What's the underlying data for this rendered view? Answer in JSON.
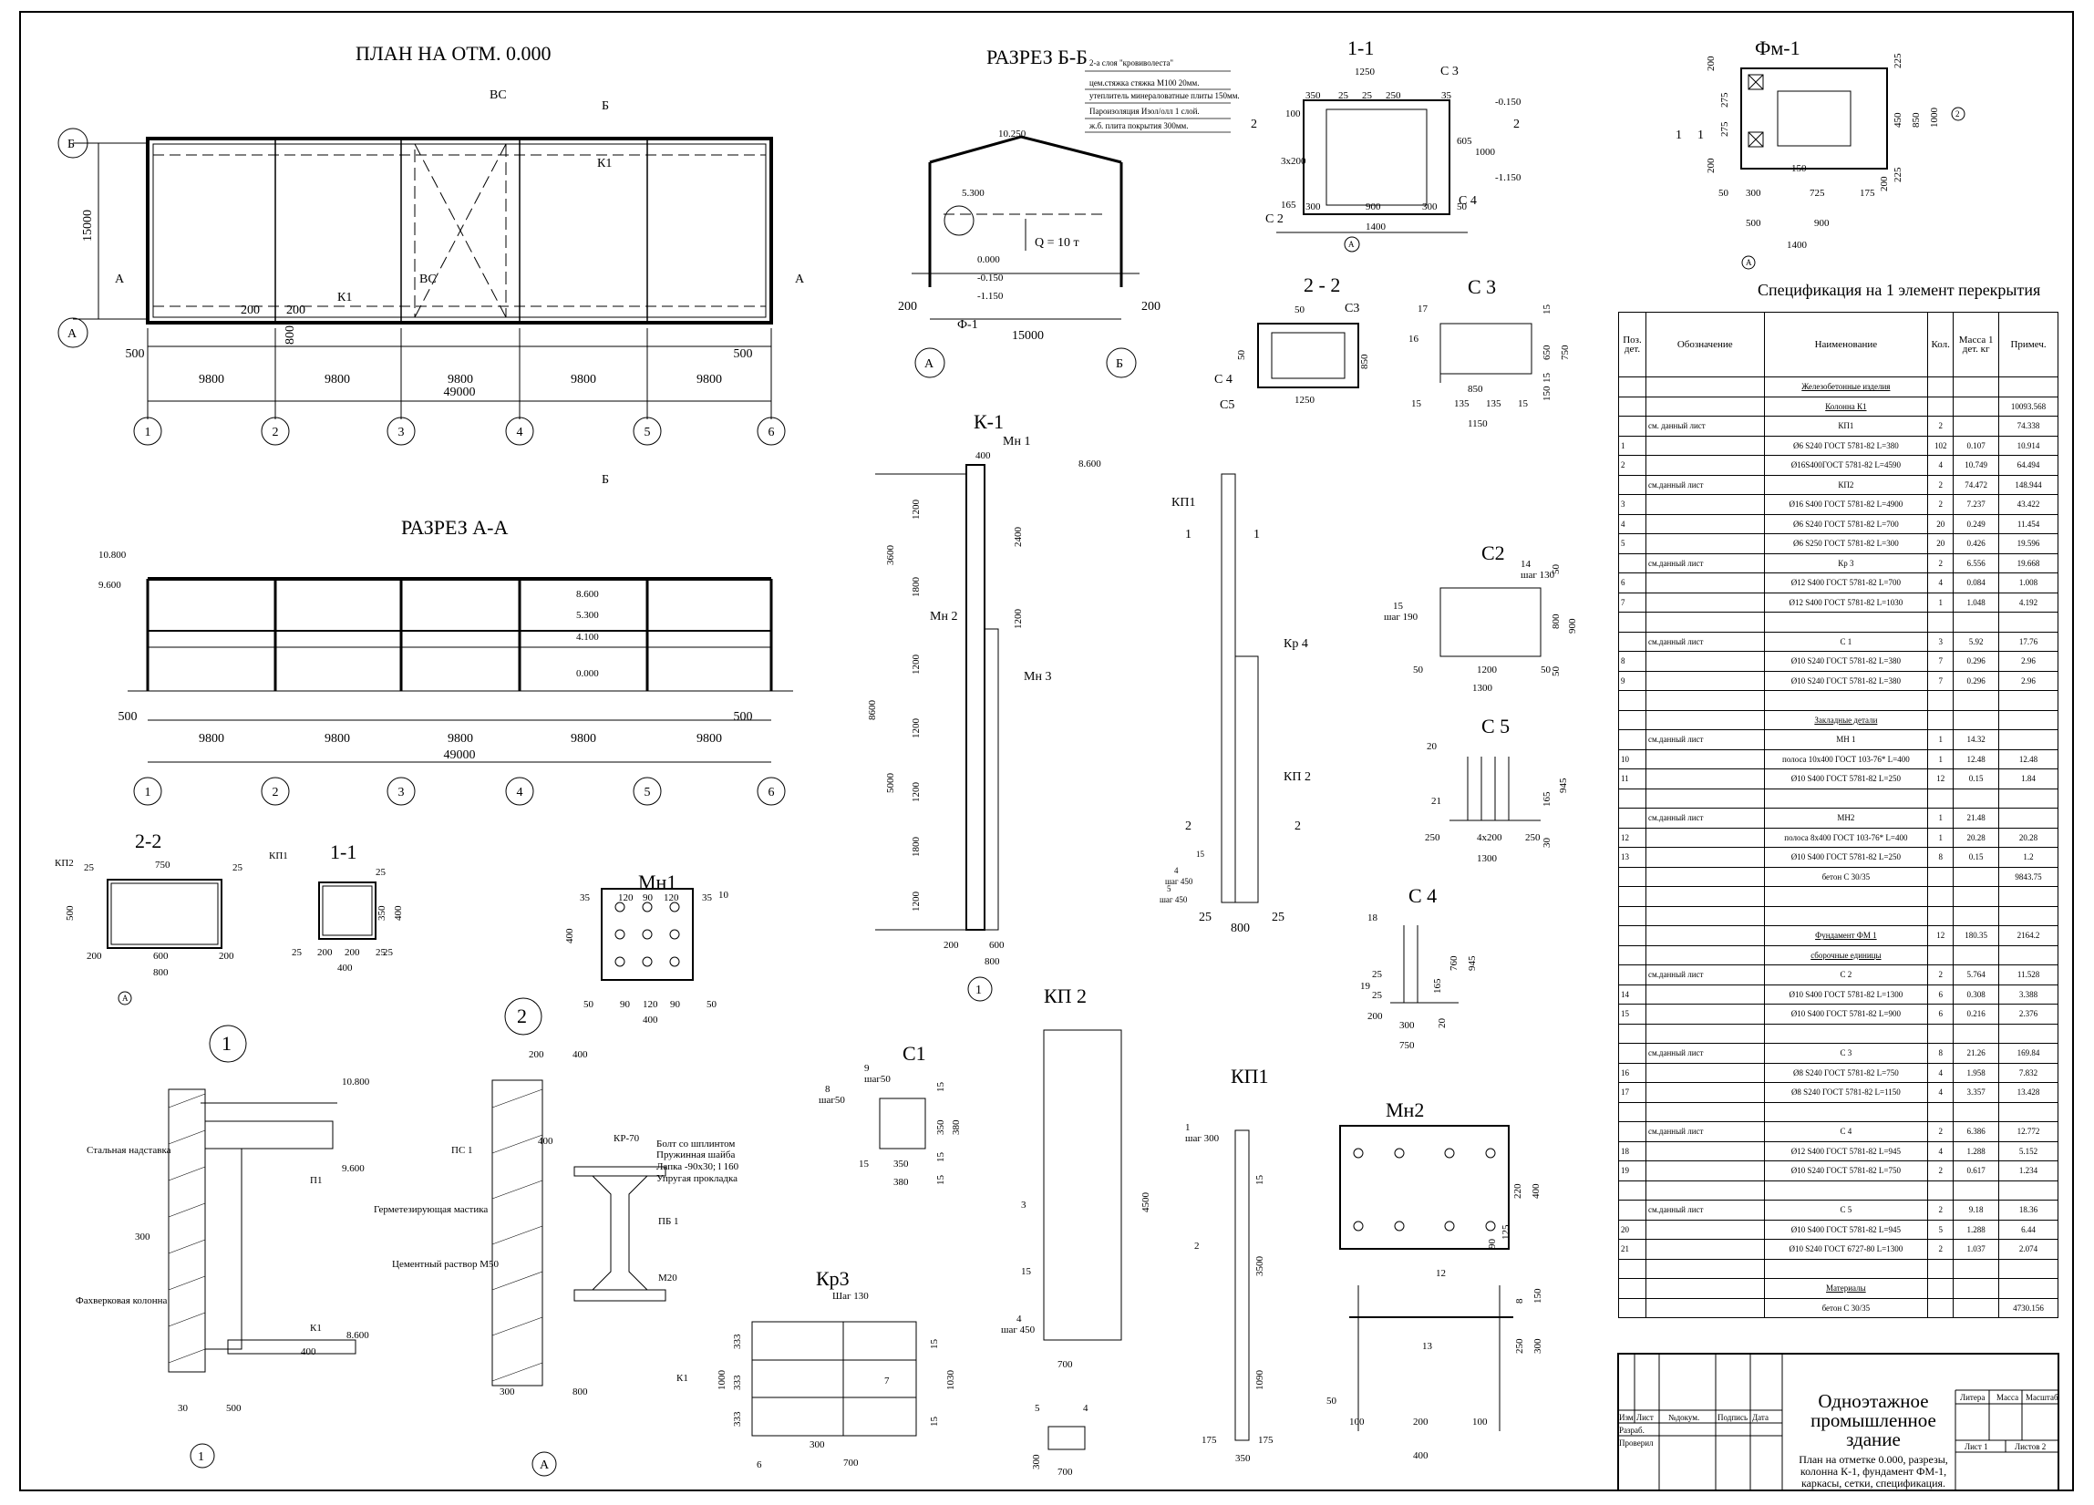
{
  "titles": {
    "plan": "ПЛАН НА ОТМ. 0.000",
    "section_bb": "РАЗРЕЗ Б-Б",
    "section_aa": "РАЗРЕЗ А-А",
    "s11_top": "1-1",
    "fm1": "Фм-1",
    "s22_small": "2-2",
    "s11_small": "1-1",
    "mn1": "Мн1",
    "k1": "К-1",
    "s22_mid": "2 - 2",
    "c3": "С 3",
    "c2": "С2",
    "c5": "С 5",
    "c4": "С 4",
    "c1": "С1",
    "kp2": "КП 2",
    "kp1": "КП1",
    "mn2": "Мн2",
    "kr3": "Кр3",
    "node1": "1",
    "node2": "2",
    "phi1": "Ф-1"
  },
  "plan": {
    "axes_letters": [
      "Б",
      "А"
    ],
    "axes_numbers": [
      "1",
      "2",
      "3",
      "4",
      "5",
      "6"
    ],
    "spans": [
      "500",
      "9800",
      "9800",
      "9800",
      "9800",
      "9800",
      "500"
    ],
    "total": "49000",
    "height": "15000",
    "labels": [
      "ВС",
      "К1",
      "К1",
      "ВС",
      "200",
      "200",
      "800",
      "Б",
      "Б",
      "А",
      "А"
    ]
  },
  "section_bb": {
    "layers": [
      "2-а слоя \"кровиволеста\"",
      "цем.стяжка стяжка М100 20мм.",
      "утеплитель минераловатные плиты 150мм.",
      "Пароизоляция Изол/олл 1 слой.",
      "ж.б. плита покрытия 300мм."
    ],
    "marks": [
      "10.250",
      "5.300",
      "0.000",
      "-0.150",
      "-1.150"
    ],
    "load": "Q = 10 т",
    "dims": [
      "200",
      "200",
      "15000"
    ],
    "axes": [
      "А",
      "Б"
    ]
  },
  "section_aa": {
    "marks": [
      "10.800",
      "9.600",
      "8.600",
      "5.300",
      "4.100",
      "0.000"
    ],
    "spans": [
      "500",
      "9800",
      "9800",
      "9800",
      "9800",
      "9800",
      "500"
    ],
    "total": "49000",
    "axes_numbers": [
      "1",
      "2",
      "3",
      "4",
      "5",
      "6"
    ]
  },
  "s11_top": {
    "dims": [
      "1250",
      "350",
      "25",
      "25",
      "250",
      "35",
      "100",
      "3x200",
      "165",
      "605",
      "1000",
      "50",
      "300",
      "900",
      "300",
      "1400"
    ],
    "marks": [
      "-0.150",
      "-1.150"
    ],
    "labels": [
      "С 3",
      "С 4",
      "С 2",
      "2",
      "2",
      "А"
    ]
  },
  "fm1": {
    "dims": [
      "200",
      "275",
      "275",
      "200",
      "225",
      "450",
      "225",
      "200",
      "850",
      "1000",
      "150",
      "725",
      "175",
      "50",
      "300",
      "500",
      "900",
      "1400"
    ],
    "labels": [
      "1",
      "1",
      "2",
      "А"
    ]
  },
  "s22_small": {
    "dims": [
      "750",
      "25",
      "25",
      "500",
      "600",
      "200",
      "200",
      "800"
    ],
    "labels": [
      "КП2",
      "А"
    ]
  },
  "s11_small": {
    "dims": [
      "25",
      "350",
      "400",
      "25",
      "25",
      "200",
      "200",
      "25",
      "400"
    ],
    "labels": [
      "КП1"
    ]
  },
  "mn1": {
    "dims": [
      "35",
      "120",
      "90",
      "120",
      "35",
      "400",
      "50",
      "90",
      "120",
      "90",
      "50",
      "400"
    ],
    "labels": [
      "10"
    ]
  },
  "k1": {
    "dims": [
      "400",
      "1200",
      "3600",
      "1800",
      "1200",
      "2400",
      "1200",
      "8600",
      "1200",
      "5000",
      "1200",
      "1800",
      "1200",
      "200",
      "600",
      "800"
    ],
    "labels": [
      "Мн 1",
      "Мн 2",
      "Мн 3",
      "1"
    ],
    "marks": [
      "8.600"
    ]
  },
  "kp1_tall": {
    "labels": [
      "КП1",
      "Кр 4",
      "КП 2",
      "1",
      "1",
      "2",
      "2",
      "4",
      "5"
    ],
    "dims": [
      "15",
      "шаг 450",
      "шаг 450",
      "25",
      "800",
      "25"
    ]
  },
  "s22_mid": {
    "dims": [
      "50",
      "850",
      "50",
      "1250"
    ],
    "labels": [
      "С3",
      "С 4",
      "С5"
    ]
  },
  "c3": {
    "dims": [
      "15",
      "650",
      "750",
      "15",
      "150",
      "850",
      "135",
      "135",
      "15",
      "15",
      "1150"
    ],
    "labels": [
      "17",
      "16"
    ]
  },
  "c2": {
    "dims": [
      "14",
      "шаг 130",
      "50",
      "800",
      "900",
      "50",
      "1200",
      "50",
      "50",
      "1300",
      "15",
      "шаг 190"
    ]
  },
  "c5": {
    "dims": [
      "20",
      "21",
      "945",
      "165",
      "250",
      "4x200",
      "250",
      "30",
      "1300"
    ]
  },
  "c4": {
    "dims": [
      "18",
      "19",
      "25",
      "760",
      "945",
      "165",
      "25",
      "200",
      "300",
      "20",
      "750"
    ]
  },
  "c1": {
    "dims": [
      "9",
      "шаг50",
      "8",
      "шаг50",
      "15",
      "350",
      "380",
      "15",
      "350",
      "15",
      "380",
      "15"
    ]
  },
  "kp2": {
    "dims": [
      "3",
      "4500",
      "15",
      "4",
      "шаг 450",
      "700"
    ]
  },
  "kp1": {
    "dims": [
      "1",
      "шаг 300",
      "15",
      "3500",
      "2",
      "1090",
      "175",
      "175",
      "350"
    ]
  },
  "mn2": {
    "dims": [
      "220",
      "400",
      "125",
      "90",
      "12",
      "8",
      "150",
      "250",
      "300",
      "13",
      "50",
      "100",
      "200",
      "100",
      "400"
    ]
  },
  "kr3": {
    "dims": [
      "Шаг 130",
      "333",
      "333",
      "333",
      "1000",
      "15",
      "1030",
      "15",
      "7",
      "300",
      "700",
      "6",
      "5",
      "4",
      "300",
      "700"
    ]
  },
  "node1": {
    "labels": [
      "Стальная надставка",
      "Фахверковая колонна",
      "П1",
      "К1",
      "1"
    ],
    "dims": [
      "10.800",
      "9.600",
      "300",
      "400",
      "8.600",
      "30",
      "500"
    ]
  },
  "node2": {
    "labels": [
      "Болт со шплинтом",
      "Пружинная шайба",
      "Лапка -90х30; l 160",
      "Упругая прокладка",
      "Герметезирующая мастика",
      "Цементный раствор М50",
      "ПС 1",
      "КР-70",
      "ПБ 1",
      "М20",
      "К1",
      "А"
    ],
    "dims": [
      "200",
      "400",
      "400",
      "300",
      "800"
    ]
  },
  "spec": {
    "title": "Спецификация на 1 элемент перекрытия",
    "headers": [
      "Поз. дет.",
      "Обозначение",
      "Наименование",
      "Кол.",
      "Масса 1 дет. кг",
      "Примеч."
    ],
    "rows": [
      [
        "",
        "",
        "Железобетонные изделия",
        "",
        "",
        "",
        "sec"
      ],
      [
        "",
        "",
        "Колонна К1",
        "",
        "",
        "10093.568",
        "sec"
      ],
      [
        "",
        "см. данный лист",
        "КП1",
        "2",
        "",
        "74.338",
        ""
      ],
      [
        "1",
        "",
        "Ø6 S240 ГОСТ 5781-82 L=380",
        "102",
        "0.107",
        "10.914",
        ""
      ],
      [
        "2",
        "",
        "Ø16S400ГОСТ 5781-82 L=4590",
        "4",
        "10.749",
        "64.494",
        ""
      ],
      [
        "",
        "см.данный лист",
        "КП2",
        "2",
        "74.472",
        "148.944",
        ""
      ],
      [
        "3",
        "",
        "Ø16 S400 ГОСТ 5781-82 L=4900",
        "2",
        "7.237",
        "43.422",
        ""
      ],
      [
        "4",
        "",
        "Ø6 S240 ГОСТ 5781-82 L=700",
        "20",
        "0.249",
        "11.454",
        ""
      ],
      [
        "5",
        "",
        "Ø6 S250 ГОСТ 5781-82 L=300",
        "20",
        "0.426",
        "19.596",
        ""
      ],
      [
        "",
        "см.данный лист",
        "Кр 3",
        "2",
        "6.556",
        "19.668",
        ""
      ],
      [
        "6",
        "",
        "Ø12 S400 ГОСТ 5781-82 L=700",
        "4",
        "0.084",
        "1.008",
        ""
      ],
      [
        "7",
        "",
        "Ø12 S400 ГОСТ 5781-82 L=1030",
        "1",
        "1.048",
        "4.192",
        ""
      ],
      [
        "",
        "",
        "",
        "",
        "",
        "",
        ""
      ],
      [
        "",
        "см.данный лист",
        "С 1",
        "3",
        "5.92",
        "17.76",
        ""
      ],
      [
        "8",
        "",
        "Ø10 S240 ГОСТ 5781-82 L=380",
        "7",
        "0.296",
        "2.96",
        ""
      ],
      [
        "9",
        "",
        "Ø10 S240 ГОСТ 5781-82 L=380",
        "7",
        "0.296",
        "2.96",
        ""
      ],
      [
        "",
        "",
        "",
        "",
        "",
        "",
        ""
      ],
      [
        "",
        "",
        "Закладные детали",
        "",
        "",
        "",
        "sec"
      ],
      [
        "",
        "см.данный лист",
        "МН 1",
        "1",
        "14.32",
        "",
        ""
      ],
      [
        "10",
        "",
        "полоса 10х400 ГОСТ 103-76* L=400",
        "1",
        "12.48",
        "12.48",
        ""
      ],
      [
        "11",
        "",
        "Ø10 S400 ГОСТ 5781-82 L=250",
        "12",
        "0.15",
        "1.84",
        ""
      ],
      [
        "",
        "",
        "",
        "",
        "",
        "",
        ""
      ],
      [
        "",
        "см.данный лист",
        "МН2",
        "1",
        "21.48",
        "",
        ""
      ],
      [
        "12",
        "",
        "полоса 8х400 ГОСТ 103-76* L=400",
        "1",
        "20.28",
        "20.28",
        ""
      ],
      [
        "13",
        "",
        "Ø10 S400 ГОСТ 5781-82 L=250",
        "8",
        "0.15",
        "1.2",
        ""
      ],
      [
        "",
        "",
        "бетон С 30/35",
        "",
        "",
        "9843.75",
        ""
      ],
      [
        "",
        "",
        "",
        "",
        "",
        "",
        ""
      ],
      [
        "",
        "",
        "",
        "",
        "",
        "",
        ""
      ],
      [
        "",
        "",
        "Фундамент ФМ 1",
        "12",
        "180.35",
        "2164.2",
        "sec"
      ],
      [
        "",
        "",
        "сборочные единицы",
        "",
        "",
        "",
        "sec"
      ],
      [
        "",
        "см.данный лист",
        "С 2",
        "2",
        "5.764",
        "11.528",
        ""
      ],
      [
        "14",
        "",
        "Ø10 S400 ГОСТ 5781-82 L=1300",
        "6",
        "0.308",
        "3.388",
        ""
      ],
      [
        "15",
        "",
        "Ø10 S400 ГОСТ 5781-82 L=900",
        "6",
        "0.216",
        "2.376",
        ""
      ],
      [
        "",
        "",
        "",
        "",
        "",
        "",
        ""
      ],
      [
        "",
        "см.данный лист",
        "С 3",
        "8",
        "21.26",
        "169.84",
        ""
      ],
      [
        "16",
        "",
        "Ø8 S240 ГОСТ 5781-82 L=750",
        "4",
        "1.958",
        "7.832",
        ""
      ],
      [
        "17",
        "",
        "Ø8 S240 ГОСТ 5781-82 L=1150",
        "4",
        "3.357",
        "13.428",
        ""
      ],
      [
        "",
        "",
        "",
        "",
        "",
        "",
        ""
      ],
      [
        "",
        "см.данный лист",
        "С 4",
        "2",
        "6.386",
        "12.772",
        ""
      ],
      [
        "18",
        "",
        "Ø12 S400 ГОСТ 5781-82 L=945",
        "4",
        "1.288",
        "5.152",
        ""
      ],
      [
        "19",
        "",
        "Ø10 S240 ГОСТ 5781-82 L=750",
        "2",
        "0.617",
        "1.234",
        ""
      ],
      [
        "",
        "",
        "",
        "",
        "",
        "",
        ""
      ],
      [
        "",
        "см.данный лист",
        "С 5",
        "2",
        "9.18",
        "18.36",
        ""
      ],
      [
        "20",
        "",
        "Ø10 S400 ГОСТ 5781-82 L=945",
        "5",
        "1.288",
        "6.44",
        ""
      ],
      [
        "21",
        "",
        "Ø10 S240 ГОСТ 6727-80 L=1300",
        "2",
        "1.037",
        "2.074",
        ""
      ],
      [
        "",
        "",
        "",
        "",
        "",
        "",
        ""
      ],
      [
        "",
        "",
        "Материалы",
        "",
        "",
        "",
        "sec"
      ],
      [
        "",
        "",
        "бетон С 30/35",
        "",
        "",
        "4730.156",
        ""
      ]
    ]
  },
  "stamp": {
    "title": "Одноэтажное промышленное здание",
    "note": "План на отметке 0.000, разрезы, колонна К-1, фундамент ФМ-1, каркасы, сетки, спецификация.",
    "cols": [
      "Изм",
      "Лист",
      "№докум.",
      "Подпись",
      "Дата"
    ],
    "rows": [
      "Разраб.",
      "Проверил"
    ],
    "right_headers": [
      "Литера",
      "Масса",
      "Масштаб"
    ],
    "sheet": "Лист 1",
    "sheets": "Листов 2"
  }
}
